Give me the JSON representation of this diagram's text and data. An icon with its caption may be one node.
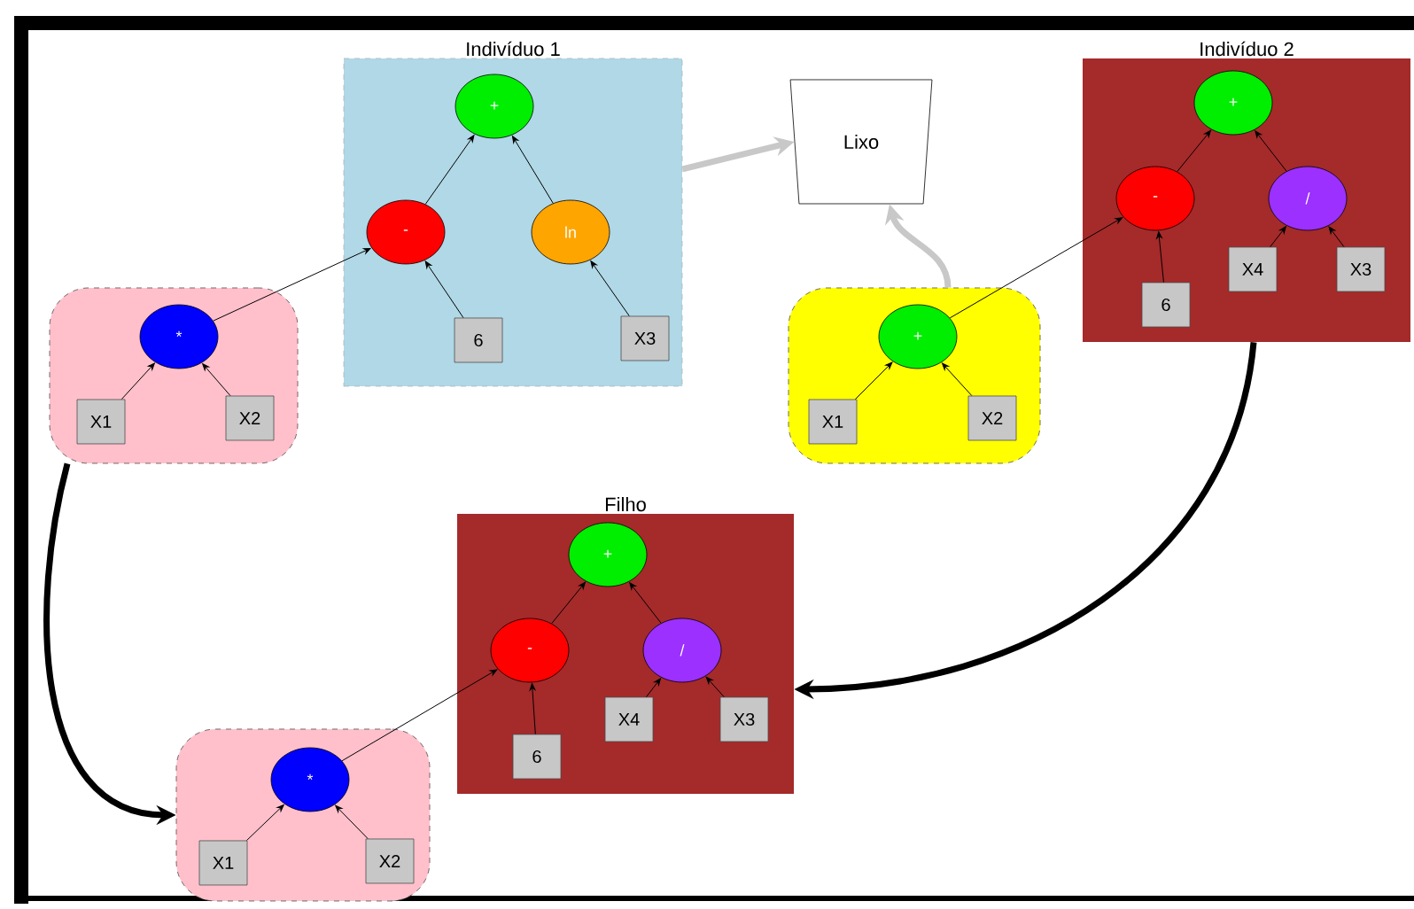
{
  "diagram": {
    "nodes": [
      {
        "text": [
          "Indivíduo 1"
        ]
      },
      {
        "text": [
          "+"
        ],
        "in": 0
      },
      {
        "text": [
          "-"
        ],
        "in": 0
      },
      {
        "text": [
          "ln"
        ],
        "in": 0
      },
      {
        "text": [
          "6"
        ],
        "in": 0
      },
      {
        "text": [
          "X3"
        ],
        "in": 0
      },
      {
        "text": [],
        "shape": "box"
      },
      {
        "text": [
          "*"
        ],
        "in": 6
      },
      {
        "text": [
          "X1"
        ],
        "in": 6
      },
      {
        "text": [
          "X2"
        ],
        "in": 6
      },
      {
        "text": [
          "Lixo"
        ]
      },
      {
        "text": [
          "Indivíduo 2"
        ]
      },
      {
        "text": [
          "+"
        ],
        "in": 11
      },
      {
        "text": [
          "-"
        ],
        "in": 11
      },
      {
        "text": [
          "/"
        ],
        "in": 11
      },
      {
        "text": [
          "6"
        ],
        "in": 11
      },
      {
        "text": [
          "X4"
        ],
        "in": 11
      },
      {
        "text": [
          "X3"
        ],
        "in": 11
      },
      {
        "text": [],
        "shape": "box"
      },
      {
        "text": [
          "+"
        ],
        "in": 18
      },
      {
        "text": [
          "X1"
        ],
        "in": 18
      },
      {
        "text": [
          "X2"
        ],
        "in": 18
      },
      {
        "text": [
          "Filho"
        ]
      },
      {
        "text": [
          "+"
        ],
        "in": 22
      },
      {
        "text": [
          "-"
        ],
        "in": 22
      },
      {
        "text": [
          "/"
        ],
        "in": 22
      },
      {
        "text": [
          "6"
        ],
        "in": 22
      },
      {
        "text": [
          "X4"
        ],
        "in": 22
      },
      {
        "text": [
          "X3"
        ],
        "in": 22
      },
      {
        "text": [],
        "shape": "box"
      },
      {
        "text": [
          "*"
        ],
        "in": 29
      },
      {
        "text": [
          "X1"
        ],
        "in": 29
      },
      {
        "text": [
          "X2"
        ],
        "in": 29
      }
    ],
    "edges": [
      {
        "from": 2,
        "to": 1,
        "arrow": "to"
      },
      {
        "from": 3,
        "to": 1,
        "arrow": "to"
      },
      {
        "from": 4,
        "to": 2,
        "arrow": "to"
      },
      {
        "from": 5,
        "to": 3,
        "arrow": "to"
      },
      {
        "from": 8,
        "to": 7,
        "arrow": "to"
      },
      {
        "from": 9,
        "to": 7,
        "arrow": "to"
      },
      {
        "from": 7,
        "to": 2,
        "arrow": "to"
      },
      {
        "from": 0,
        "to": 10,
        "arrow": "to",
        "style": "thick",
        "color": "#c8c8c8"
      },
      {
        "from": 13,
        "to": 12,
        "arrow": "to"
      },
      {
        "from": 14,
        "to": 12,
        "arrow": "to"
      },
      {
        "from": 15,
        "to": 13,
        "arrow": "to"
      },
      {
        "from": 16,
        "to": 14,
        "arrow": "to"
      },
      {
        "from": 17,
        "to": 14,
        "arrow": "to"
      },
      {
        "from": 20,
        "to": 19,
        "arrow": "to"
      },
      {
        "from": 21,
        "to": 19,
        "arrow": "to"
      },
      {
        "from": 19,
        "to": 13,
        "arrow": "to"
      },
      {
        "from": 18,
        "to": 10,
        "arrow": "to",
        "style": "thick",
        "color": "#c8c8c8"
      },
      {
        "from": 6,
        "to": 29,
        "arrow": "to",
        "style": "thick"
      },
      {
        "from": 11,
        "to": 22,
        "arrow": "to",
        "style": "thick"
      },
      {
        "from": 24,
        "to": 23,
        "arrow": "to"
      },
      {
        "from": 25,
        "to": 23,
        "arrow": "to"
      },
      {
        "from": 26,
        "to": 24,
        "arrow": "to"
      },
      {
        "from": 27,
        "to": 25,
        "arrow": "to"
      },
      {
        "from": 28,
        "to": 25,
        "arrow": "to"
      },
      {
        "from": 31,
        "to": 30,
        "arrow": "to"
      },
      {
        "from": 32,
        "to": 30,
        "arrow": "to"
      },
      {
        "from": 30,
        "to": 24,
        "arrow": "to"
      }
    ]
  }
}
